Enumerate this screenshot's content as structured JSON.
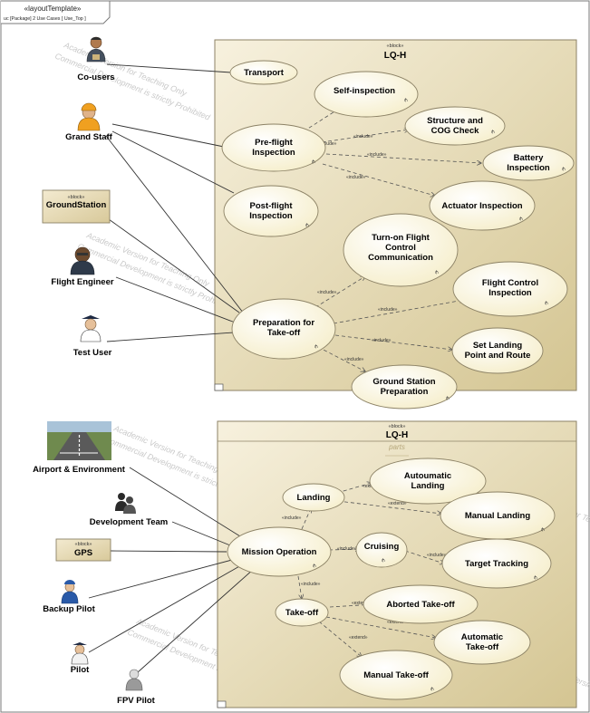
{
  "frame": {
    "stereotype": "«layoutTemplate»",
    "tab_label": "uc [Package] 2 Use Cases [ Use_Top ]"
  },
  "watermark": {
    "line1": "Academic Version for Teaching Only",
    "line2": "Commercial Development is strictly Prohibited"
  },
  "block_top": {
    "stereotype": "«block»",
    "name": "LQ-H"
  },
  "block_bottom": {
    "stereotype": "«block»",
    "name": "LQ-H",
    "compartment": "parts"
  },
  "actors": {
    "co_users": "Co-users",
    "grand_staff": "Grand Staff",
    "ground_station": {
      "stereotype": "«block»",
      "name": "GroundStation"
    },
    "flight_engineer": "Flight Engineer",
    "test_user": "Test User",
    "airport": "Airport & Environment",
    "dev_team": "Development Team",
    "gps": {
      "stereotype": "«block»",
      "name": "GPS"
    },
    "backup_pilot": "Backup Pilot",
    "pilot": "Pilot",
    "fpv_pilot": "FPV Pilot"
  },
  "use_cases": {
    "transport": [
      "Transport"
    ],
    "self_inspection": [
      "Self-inspection"
    ],
    "structure_cog": [
      "Structure and",
      "COG Check"
    ],
    "preflight": [
      "Pre-flight",
      "Inspection"
    ],
    "battery": [
      "Battery",
      "Inspection"
    ],
    "postflight": [
      "Post-flight",
      "Inspection"
    ],
    "actuator": [
      "Actuator Inspection"
    ],
    "turn_on_fcc": [
      "Turn-on Flight",
      "Control",
      "Communication"
    ],
    "fc_inspection": [
      "Flight Control",
      "Inspection"
    ],
    "prep_takeoff": [
      "Preparation for",
      "Take-off"
    ],
    "set_landing": [
      "Set Landing",
      "Point and Route"
    ],
    "ground_station_prep": [
      "Ground Station",
      "Preparation"
    ],
    "landing": [
      "Landing"
    ],
    "auto_landing": [
      "Autoumatic",
      "Landing"
    ],
    "manual_landing": [
      "Manual Landing"
    ],
    "mission_operation": [
      "Mission Operation"
    ],
    "cruising": [
      "Cruising"
    ],
    "target_tracking": [
      "Target Tracking"
    ],
    "takeoff": [
      "Take-off"
    ],
    "aborted_takeoff": [
      "Aborted Take-off"
    ],
    "auto_takeoff": [
      "Automatic",
      "Take-off"
    ],
    "manual_takeoff": [
      "Manual Take-off"
    ]
  },
  "relations": {
    "include": "«include»",
    "extend": "«extend»"
  },
  "colors": {
    "block_fill_top": "#f6f0dc",
    "block_fill_bottom": "#d6c896",
    "usecase_fill": "#fffbe6",
    "block_border": "#8c8266"
  }
}
